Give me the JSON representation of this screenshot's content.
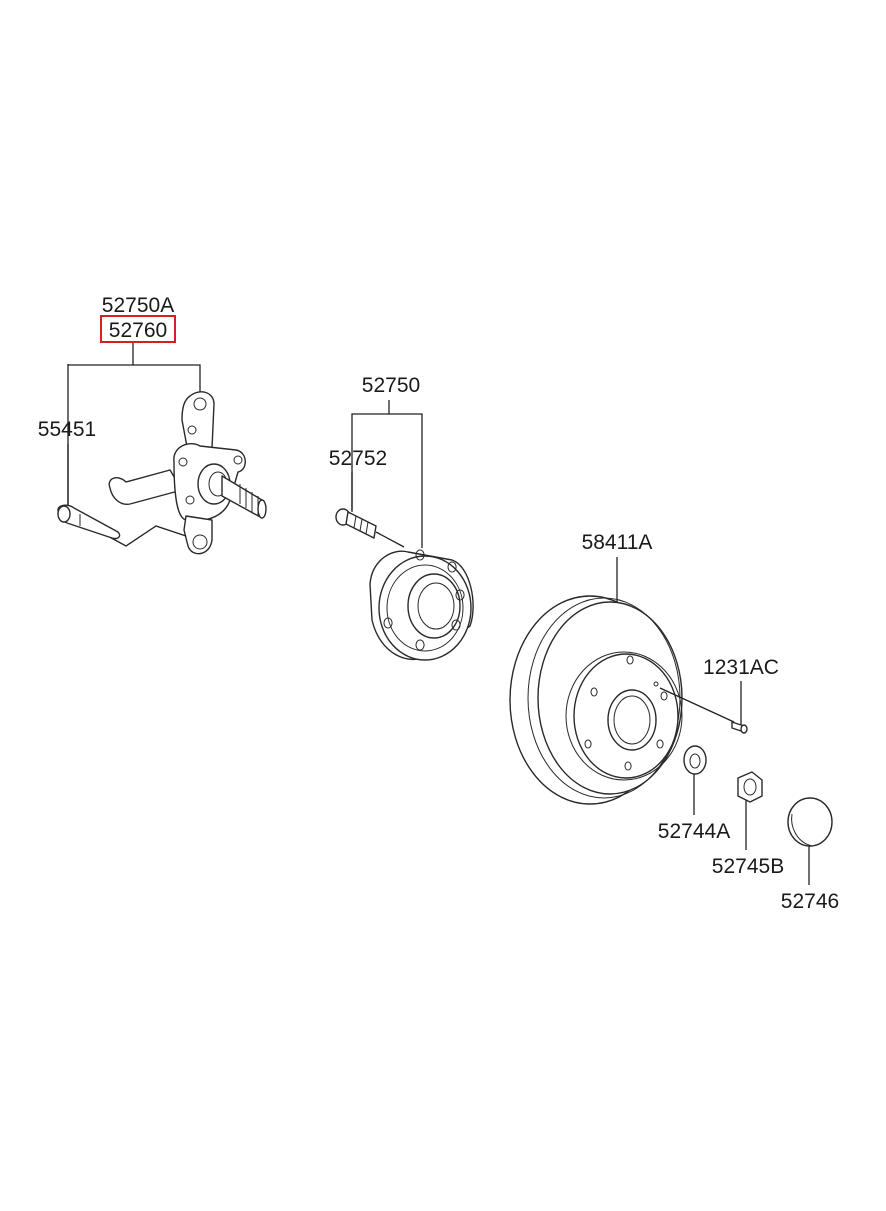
{
  "labels": {
    "knuckle_assy": "52750A",
    "knuckle": "52760",
    "bolt": "55451",
    "hub_assy": "52750",
    "hub_bolt": "52752",
    "drum": "58411A",
    "screw": "1231AC",
    "washer": "52744A",
    "nut": "52745B",
    "cap": "52746"
  },
  "highlight_color": "#d42020"
}
